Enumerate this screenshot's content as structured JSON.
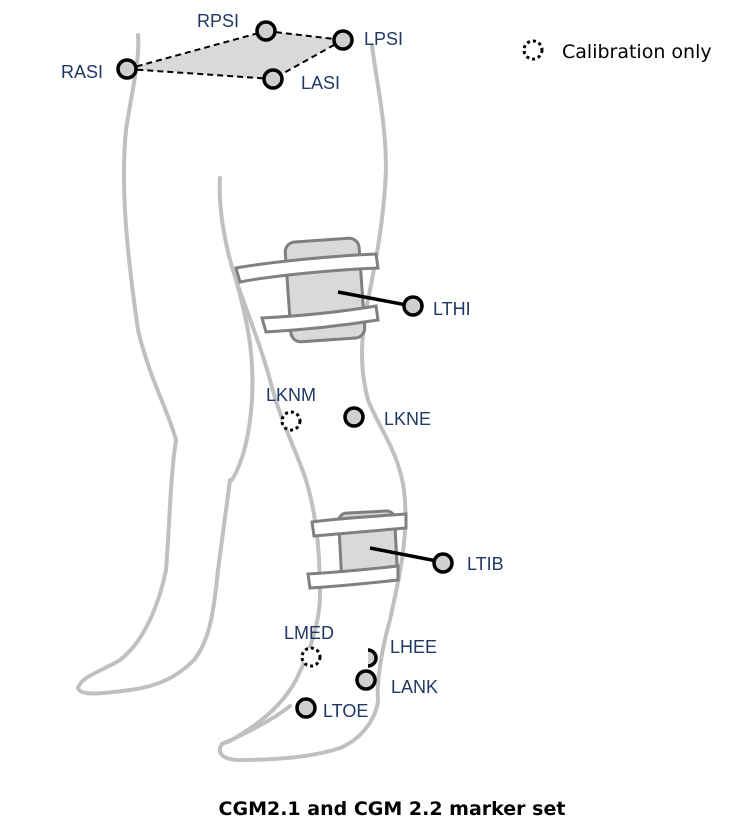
{
  "legend": {
    "calibration_only": "Calibration only"
  },
  "caption": "CGM2.1 and CGM 2.2 marker set",
  "markers": {
    "rpsi": "RPSI",
    "lpsi": "LPSI",
    "rasi": "RASI",
    "lasi": "LASI",
    "lthi": "LTHI",
    "lknm": "LKNM",
    "lkne": "LKNE",
    "ltib": "LTIB",
    "lmed": "LMED",
    "lhee": "LHEE",
    "lank": "LANK",
    "ltoe": "LTOE"
  },
  "marker_types": {
    "calibration_only": [
      "LKNM",
      "LMED"
    ]
  },
  "colors": {
    "label": "#1f3864",
    "body_outline": "#c0c0c0",
    "marker_fill": "#cfcfcf",
    "cluster_fill": "#d9d9d9"
  }
}
